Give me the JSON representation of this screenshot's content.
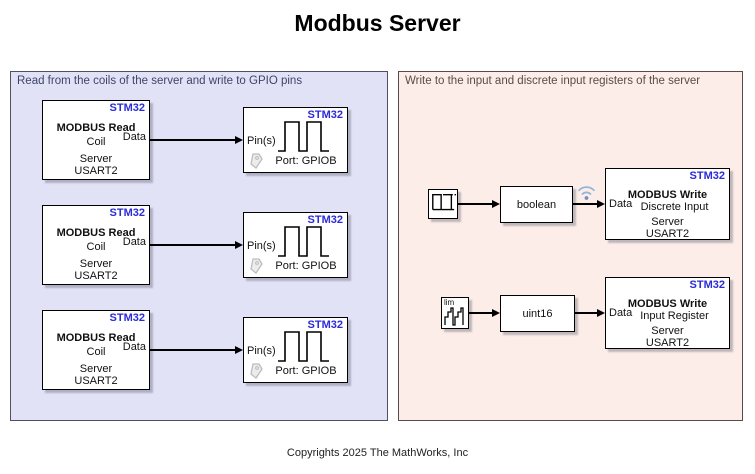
{
  "title": "Modbus Server",
  "footer": "Copyrights 2025 The MathWorks, Inc",
  "colors": {
    "stm32_tag": "#2B2BD7",
    "left_area_bg": "#E2E2F7",
    "right_area_bg": "#FCEDE8",
    "left_area_label_color": "#3F4468",
    "right_area_label_color": "#5C4B45",
    "wire": "#000000",
    "log_badge_arc": "#8FB6D9",
    "log_badge_dot": "#7390BB"
  },
  "left_area": {
    "label": "Read from the coils of the server and write to GPIO pins",
    "read_blocks": [
      {
        "tag": "STM32",
        "name": "MODBUS Read",
        "register": "Coil",
        "out_port": "Data",
        "server_line": "Server",
        "uart_line": "USART2"
      },
      {
        "tag": "STM32",
        "name": "MODBUS Read",
        "register": "Coil",
        "out_port": "Data",
        "server_line": "Server",
        "uart_line": "USART2"
      },
      {
        "tag": "STM32",
        "name": "MODBUS Read",
        "register": "Coil",
        "out_port": "Data",
        "server_line": "Server",
        "uart_line": "USART2"
      }
    ],
    "gpio_blocks": [
      {
        "tag": "STM32",
        "in_port": "Pin(s)",
        "caption": "Port: GPIOB"
      },
      {
        "tag": "STM32",
        "in_port": "Pin(s)",
        "caption": "Port: GPIOB"
      },
      {
        "tag": "STM32",
        "in_port": "Pin(s)",
        "caption": "Port: GPIOB"
      }
    ]
  },
  "right_area": {
    "label": "Write to the input and discrete input registers of the server",
    "source_blocks": [
      {
        "icon": "pulse-generator-icon",
        "label": ""
      },
      {
        "icon": "counter-limited-icon",
        "label": "lim"
      }
    ],
    "conversion_blocks": [
      {
        "label": "boolean"
      },
      {
        "label": "uint16"
      }
    ],
    "write_blocks": [
      {
        "tag": "STM32",
        "name": "MODBUS Write",
        "register": "Discrete Input",
        "in_port": "Data",
        "server_line": "Server",
        "uart_line": "USART2"
      },
      {
        "tag": "STM32",
        "name": "MODBUS Write",
        "register": "Input Register",
        "in_port": "Data",
        "server_line": "Server",
        "uart_line": "USART2"
      }
    ]
  }
}
